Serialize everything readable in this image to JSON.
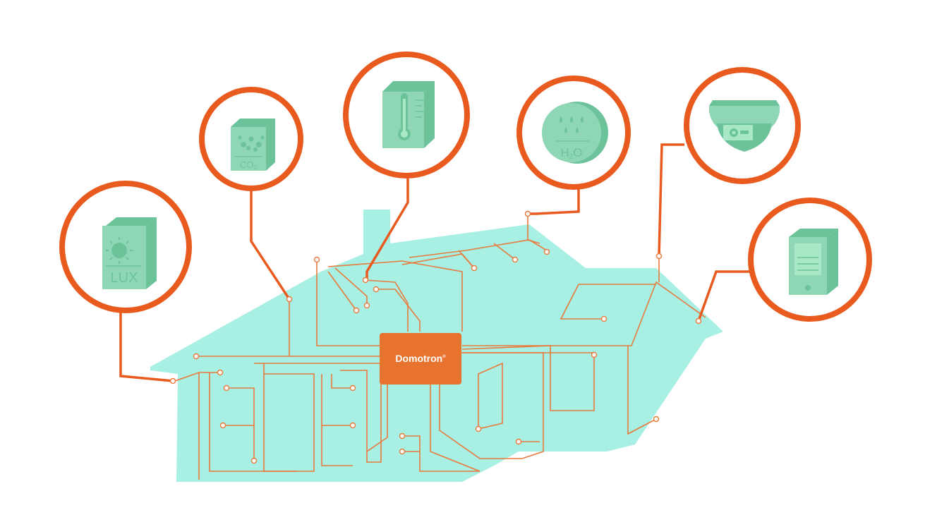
{
  "hub": {
    "brand": "Domotron",
    "mark": "®"
  },
  "sensors": {
    "lux": {
      "label": "LUX"
    },
    "co2": {
      "label": "CO",
      "sub": "2"
    },
    "h2o": {
      "label_h": "H",
      "label_sub": "2",
      "label_o": "O"
    }
  },
  "colors": {
    "house": "#a8f0e3",
    "accent": "#e85a1e",
    "wire": "#e87a3c",
    "icon": "#8fd6b4"
  }
}
